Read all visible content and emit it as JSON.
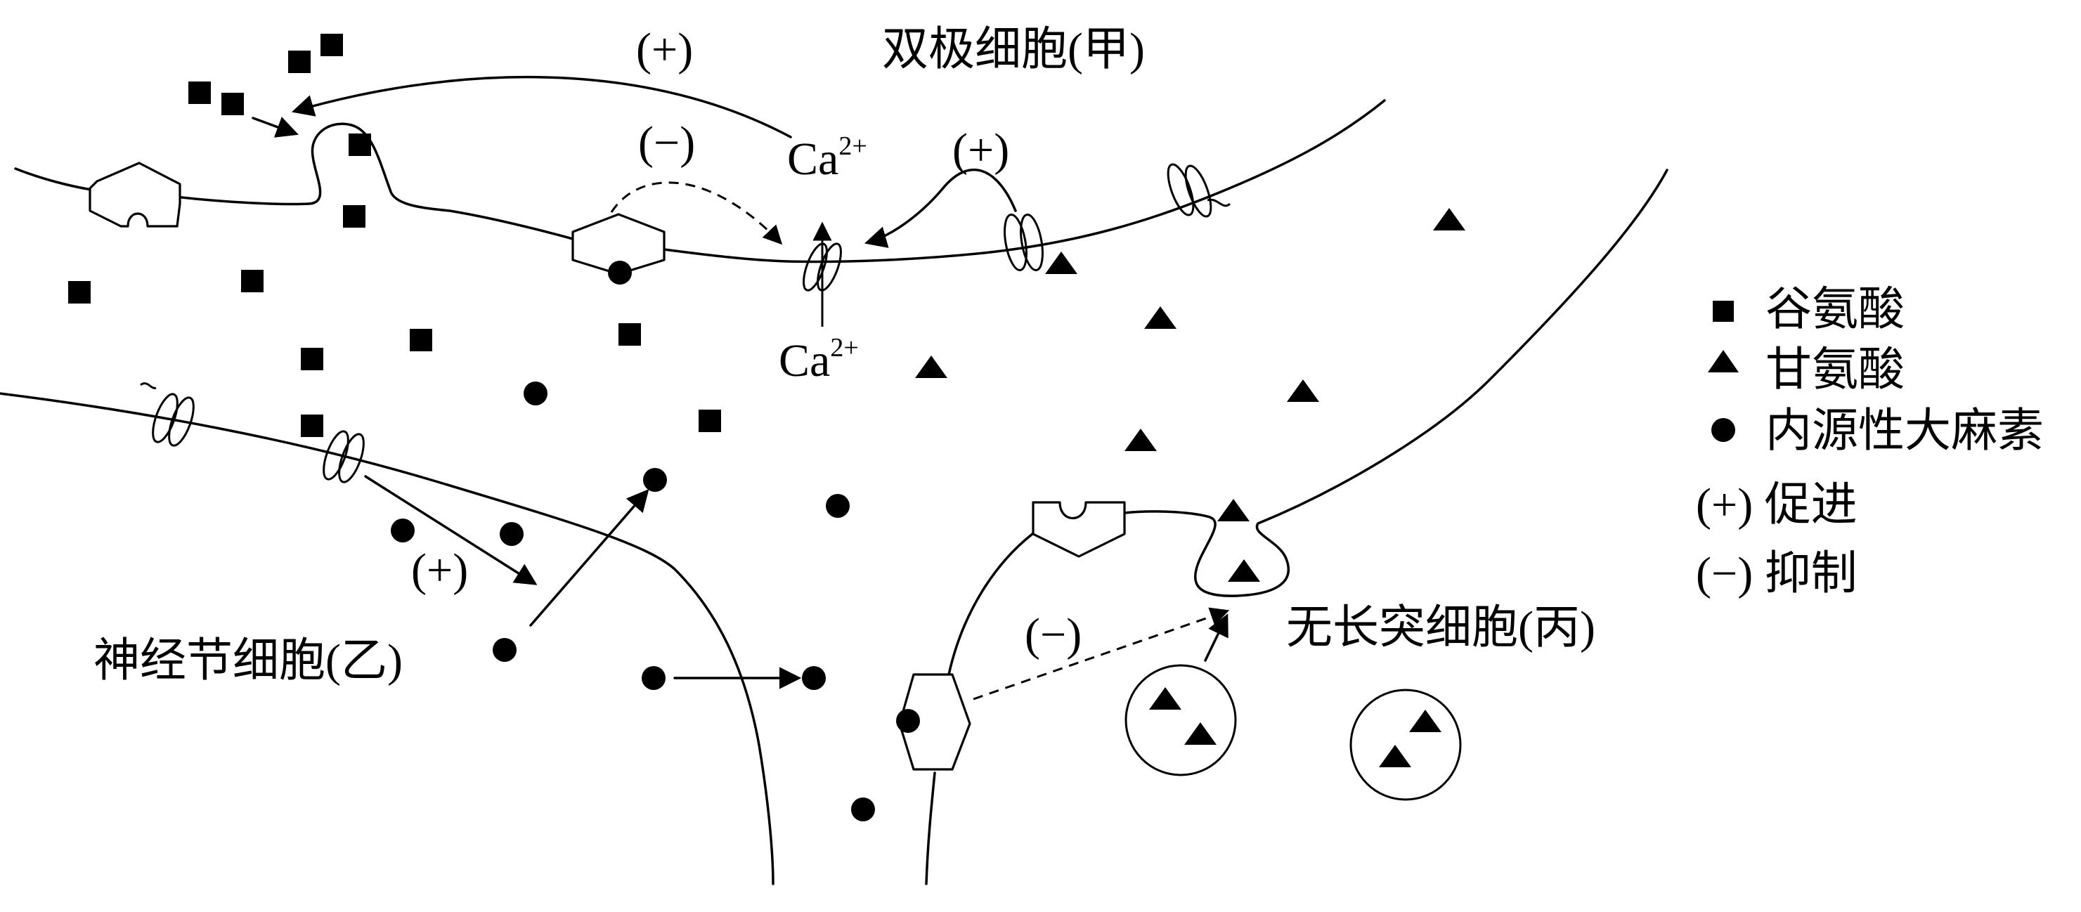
{
  "diagram": {
    "cells": {
      "bipolar": "双极细胞(甲)",
      "ganglion": "神经节细胞(乙)",
      "amacrine": "无长突细胞(丙)"
    },
    "ion": {
      "base": "Ca",
      "charge": "2+"
    },
    "effects": {
      "promote": "(+)",
      "inhibit": "(−)"
    },
    "legend": {
      "glutamate": "谷氨酸",
      "glycine": "甘氨酸",
      "endocannabinoid": "内源性大麻素",
      "promote": "(+) 促进",
      "inhibit": "(−) 抑制"
    },
    "colors": {
      "ink": "#000000",
      "background": "#ffffff"
    }
  }
}
